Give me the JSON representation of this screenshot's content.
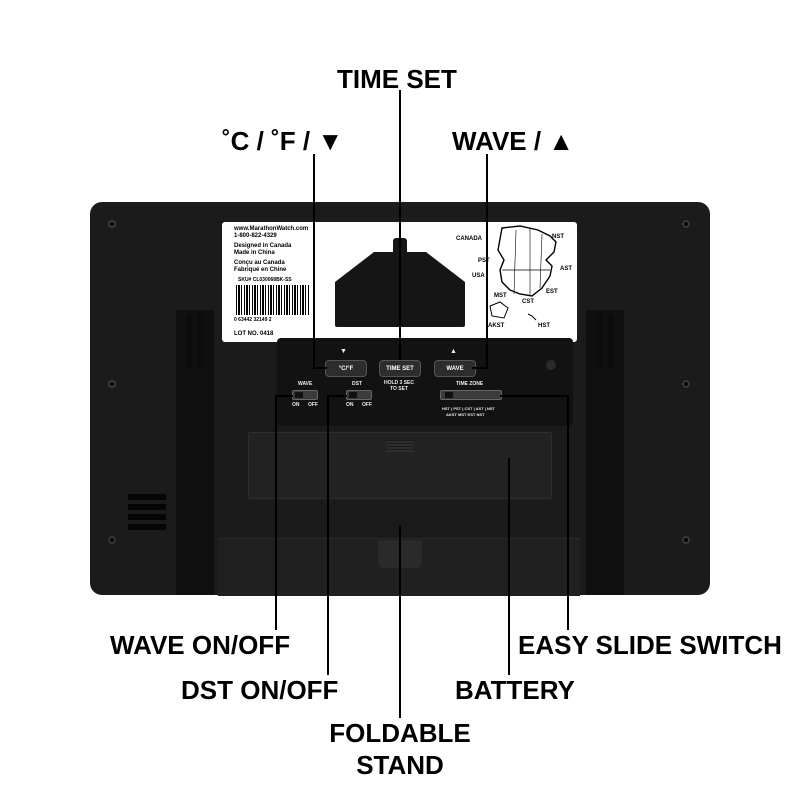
{
  "callouts": {
    "time_set": "TIME SET",
    "temp_down": "˚C / ˚F / ▼",
    "wave_up": "WAVE / ▲",
    "wave_onoff": "WAVE ON/OFF",
    "easy_slide": "EASY SLIDE SWITCH",
    "dst_onoff": "DST ON/OFF",
    "battery": "BATTERY",
    "stand_line1": "FOLDABLE",
    "stand_line2": "STAND"
  },
  "sticker": {
    "website": "www.MarathonWatch.com",
    "phone": "1-800-822-4329",
    "designed": "Designed in Canada",
    "made": "Made in China",
    "designed_fr": "Conçu au Canada",
    "made_fr": "Fabriqué en Chine",
    "sku": "SKU# CL030068BK-SS",
    "barcode_digits": "0  63442  32149  2",
    "lot": "LOT NO. 0418",
    "map_labels": [
      "CANADA",
      "NST",
      "PST",
      "AST",
      "USA",
      "EST",
      "MST",
      "CST",
      "AKST",
      "HST"
    ]
  },
  "panel": {
    "btn_down_glyph": "▼",
    "btn_temp": "°C/°F",
    "btn_time": "TIME SET",
    "btn_time_note": "HOLD 3 SEC TO SET",
    "btn_up_glyph": "▲",
    "btn_wave": "WAVE",
    "wave_label": "WAVE",
    "wave_on": "ON",
    "wave_off": "OFF",
    "dst_label": "DST",
    "dst_on": "ON",
    "dst_off": "OFF",
    "tz_label": "TIME ZONE",
    "tz_row1": "HST | PST | CST | AST | NST",
    "tz_row2": "AKST   MST   EST   NST"
  },
  "colors": {
    "device": "#1b1b1b",
    "panel": "#121212",
    "text": "#000000"
  }
}
